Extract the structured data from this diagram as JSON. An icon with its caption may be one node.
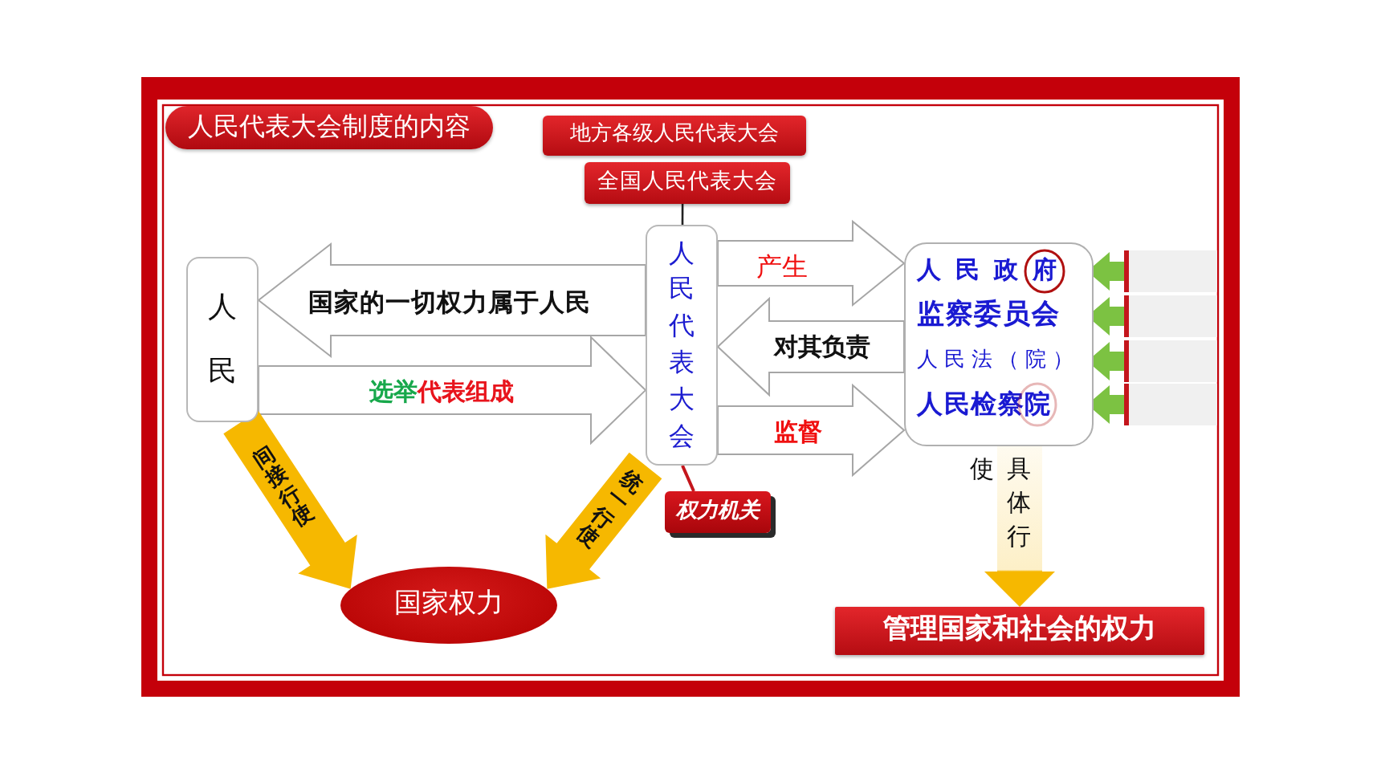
{
  "diagram": {
    "nodes": [
      {
        "text": [
          "人民代表大会制度的内容"
        ]
      },
      {
        "text": [
          "地方各级人民代表大会"
        ]
      },
      {
        "text": [
          "全国人民代表大会"
        ]
      },
      {
        "text": [
          "人民"
        ]
      },
      {
        "text": [
          "人民代表大会"
        ]
      },
      {
        "text": [],
        "shape": "box"
      },
      {
        "text": [
          "人民政府"
        ],
        "in": 5
      },
      {
        "text": [
          "监察委员会"
        ],
        "in": 5
      },
      {
        "text": [
          "人民法（院）"
        ],
        "in": 5
      },
      {
        "text": [
          "人民检察院"
        ],
        "in": 5
      },
      {
        "text": [],
        "shape": "box"
      },
      {
        "text": [],
        "shape": "box"
      },
      {
        "text": [],
        "shape": "box"
      },
      {
        "text": [],
        "shape": "box"
      },
      {
        "text": [
          "权力机关"
        ]
      },
      {
        "text": [
          "国家权力"
        ]
      },
      {
        "text": [
          "管理国家和社会的权力"
        ]
      }
    ],
    "edges": [
      {
        "from": 2,
        "to": 4,
        "arrow": "none"
      },
      {
        "from": 4,
        "to": 3,
        "arrow": "to",
        "label": "国家的一切权力属于人民",
        "style": "thick"
      },
      {
        "from": 3,
        "to": 4,
        "arrow": "to",
        "label": "**选举**代表组成",
        "style": "thick"
      },
      {
        "from": 4,
        "to": 5,
        "arrow": "to",
        "label": "产生",
        "style": "thick"
      },
      {
        "from": 5,
        "to": 4,
        "arrow": "to",
        "label": "对其负责",
        "style": "thick"
      },
      {
        "from": 4,
        "to": 5,
        "arrow": "to",
        "label": "监督",
        "style": "thick"
      },
      {
        "from": 10,
        "to": 6,
        "arrow": "to",
        "style": "thick",
        "color": "#7cc242"
      },
      {
        "from": 11,
        "to": 7,
        "arrow": "to",
        "style": "thick",
        "color": "#7cc242"
      },
      {
        "from": 12,
        "to": 8,
        "arrow": "to",
        "style": "thick",
        "color": "#7cc242"
      },
      {
        "from": 13,
        "to": 9,
        "arrow": "to",
        "style": "thick",
        "color": "#7cc242"
      },
      {
        "from": 14,
        "to": 4,
        "arrow": "none",
        "color": "#c4161c"
      },
      {
        "from": 3,
        "to": 15,
        "arrow": "to",
        "label": "间接行使",
        "style": "thick",
        "color": "#f6b800"
      },
      {
        "from": 4,
        "to": 15,
        "arrow": "to",
        "label": "统一行使",
        "style": "thick",
        "color": "#f6b800"
      },
      {
        "from": 5,
        "to": 16,
        "arrow": "to",
        "label": "具体行使",
        "style": "thick",
        "color": "#f6b800"
      }
    ]
  }
}
